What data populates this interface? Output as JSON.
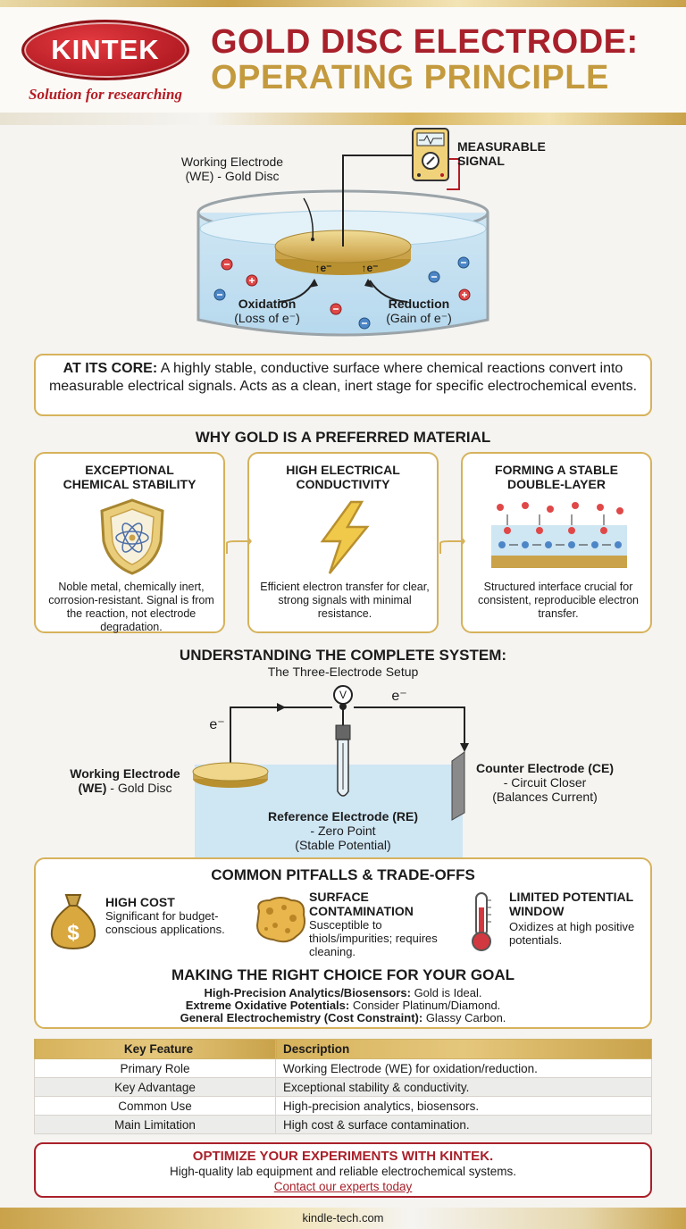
{
  "brand": {
    "logo": "KINTEK",
    "tagline": "Solution for researching"
  },
  "title": {
    "line1": "GOLD DISC ELECTRODE:",
    "line2": "OPERATING PRINCIPLE"
  },
  "top_diagram": {
    "we_label": "Working Electrode",
    "we_label2": "(WE) - Gold Disc",
    "signal1": "MEASURABLE",
    "signal2": "SIGNAL",
    "electron": "↑e⁻",
    "oxidation": "Oxidation",
    "oxidation_sub": "(Loss of e⁻)",
    "reduction": "Reduction",
    "reduction_sub": "(Gain of e⁻)"
  },
  "core": {
    "lead": "AT ITS CORE:",
    "text": " A highly stable, conductive surface where chemical reactions convert into measurable electrical signals. Acts as a clean, inert stage for specific electrochemical events."
  },
  "why": {
    "heading": "WHY GOLD IS A PREFERRED MATERIAL",
    "cards": [
      {
        "title1": "EXCEPTIONAL",
        "title2": "CHEMICAL STABILITY",
        "text": "Noble metal, chemically inert, corrosion-resistant. Signal is from the reaction, not electrode degradation."
      },
      {
        "title1": "HIGH ELECTRICAL",
        "title2": "CONDUCTIVITY",
        "text": "Efficient electron transfer for clear, strong signals with minimal resistance."
      },
      {
        "title1": "FORMING A STABLE",
        "title2": "DOUBLE-LAYER",
        "text": "Structured interface crucial for consistent, reproducible electron transfer."
      }
    ]
  },
  "system": {
    "heading": "UNDERSTANDING THE COMPLETE SYSTEM:",
    "sub": "The Three-Electrode Setup",
    "v": "V",
    "e_left": "e⁻",
    "e_right": "e⁻",
    "we1": "Working Electrode",
    "we2": "(WE) - Gold Disc",
    "re1": "Reference Electrode (RE)",
    "re2": "- Zero Point",
    "re3": "(Stable Potential)",
    "ce1": "Counter Electrode (CE)",
    "ce2": "- Circuit Closer",
    "ce3": "(Balances Current)"
  },
  "pitfalls": {
    "heading": "COMMON PITFALLS & TRADE-OFFS",
    "items": [
      {
        "title1": "HIGH COST",
        "title2": "",
        "text": "Significant for budget-conscious applications."
      },
      {
        "title1": "SURFACE",
        "title2": "CONTAMINATION",
        "text": "Susceptible to thiols/impurities; requires cleaning."
      },
      {
        "title1": "LIMITED POTENTIAL",
        "title2": "WINDOW",
        "text": "Oxidizes at high positive potentials."
      }
    ],
    "choice_heading": "MAKING THE RIGHT CHOICE FOR YOUR GOAL",
    "choices": [
      {
        "lead": "High-Precision Analytics/Biosensors:",
        "text": " Gold is Ideal."
      },
      {
        "lead": "Extreme Oxidative Potentials:",
        "text": " Consider Platinum/Diamond."
      },
      {
        "lead": "General Electrochemistry (Cost Constraint):",
        "text": " Glassy Carbon."
      }
    ]
  },
  "table": {
    "headers": [
      "Key Feature",
      "Description"
    ],
    "rows": [
      [
        "Primary Role",
        "Working Electrode (WE) for oxidation/reduction."
      ],
      [
        "Key Advantage",
        "Exceptional stability & conductivity."
      ],
      [
        "Common Use",
        "High-precision analytics, biosensors."
      ],
      [
        "Main Limitation",
        "High cost & surface contamination."
      ]
    ]
  },
  "cta": {
    "heading": "OPTIMIZE YOUR EXPERIMENTS WITH KINTEK.",
    "text": "High-quality lab equipment and reliable electrochemical systems.",
    "link": "Contact our experts today"
  },
  "footer": {
    "url": "kindle-tech.com"
  },
  "colors": {
    "gold": "#d6b25b",
    "brand_red": "#a8202a",
    "water": "#cfe6f3"
  }
}
